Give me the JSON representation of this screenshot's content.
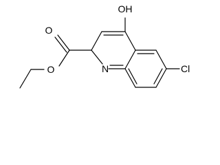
{
  "structure": {
    "atom_labels": {
      "hydroxyl": "OH",
      "chloro": "Cl",
      "ring_nitrogen": "N",
      "carbonyl_oxygen": "O",
      "ester_oxygen": "O"
    },
    "ink_color": "#000000",
    "background": "#ffffff"
  }
}
